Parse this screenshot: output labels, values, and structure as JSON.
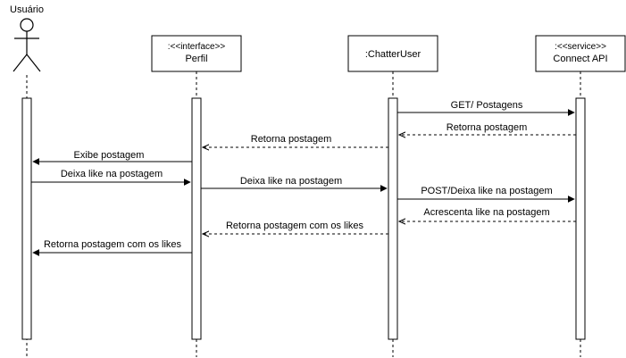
{
  "participants": {
    "usuario": {
      "name": "Usuário"
    },
    "perfil": {
      "stereotype": ":<<interface>>",
      "name": "Perfil"
    },
    "chatter": {
      "name": ":ChatterUser"
    },
    "connect": {
      "stereotype": ":<<service>>",
      "name": "Connect API"
    }
  },
  "messages": [
    {
      "label": "GET/ Postagens",
      "style": "solid"
    },
    {
      "label": "Retorna postagem",
      "style": "dashed"
    },
    {
      "label": "Retorna postagem",
      "style": "dashed"
    },
    {
      "label": "Exibe postagem",
      "style": "solid"
    },
    {
      "label": "Deixa like na postagem",
      "style": "solid"
    },
    {
      "label": "Deixa like na postagem",
      "style": "solid"
    },
    {
      "label": "POST/Deixa like na postagem",
      "style": "solid"
    },
    {
      "label": "Acrescenta like na postagem",
      "style": "dashed"
    },
    {
      "label": "Retorna postagem com os likes",
      "style": "dashed"
    },
    {
      "label": "Retorna postagem com os likes",
      "style": "solid"
    }
  ]
}
